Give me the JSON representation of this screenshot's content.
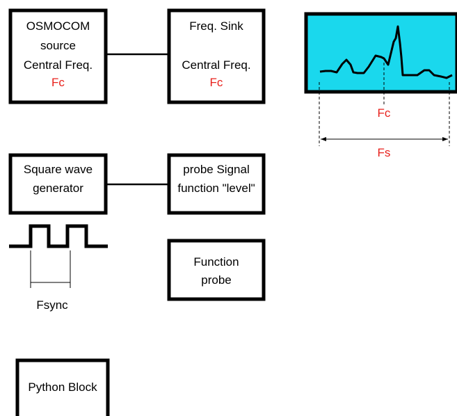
{
  "osmocom": {
    "line1": "OSMOCOM",
    "line2": "source",
    "line3": "Central Freq.",
    "line4": "Fc"
  },
  "freq_sink": {
    "line1": "Freq. Sink",
    "line2": "Central Freq.",
    "line3": "Fc"
  },
  "spectrum": {
    "fc_label": "Fc",
    "fs_label": "Fs"
  },
  "square_wave": {
    "line1": "Square wave",
    "line2": "generator",
    "period_label": "Fsync"
  },
  "probe_signal": {
    "line1": "probe Signal",
    "line2": "function \"level\""
  },
  "function_probe": {
    "line1": "Function",
    "line2": "probe"
  },
  "python_block": {
    "label": "Python Block"
  },
  "colors": {
    "label_accent": "#e8211c",
    "display_fill": "#1ad8ed"
  }
}
